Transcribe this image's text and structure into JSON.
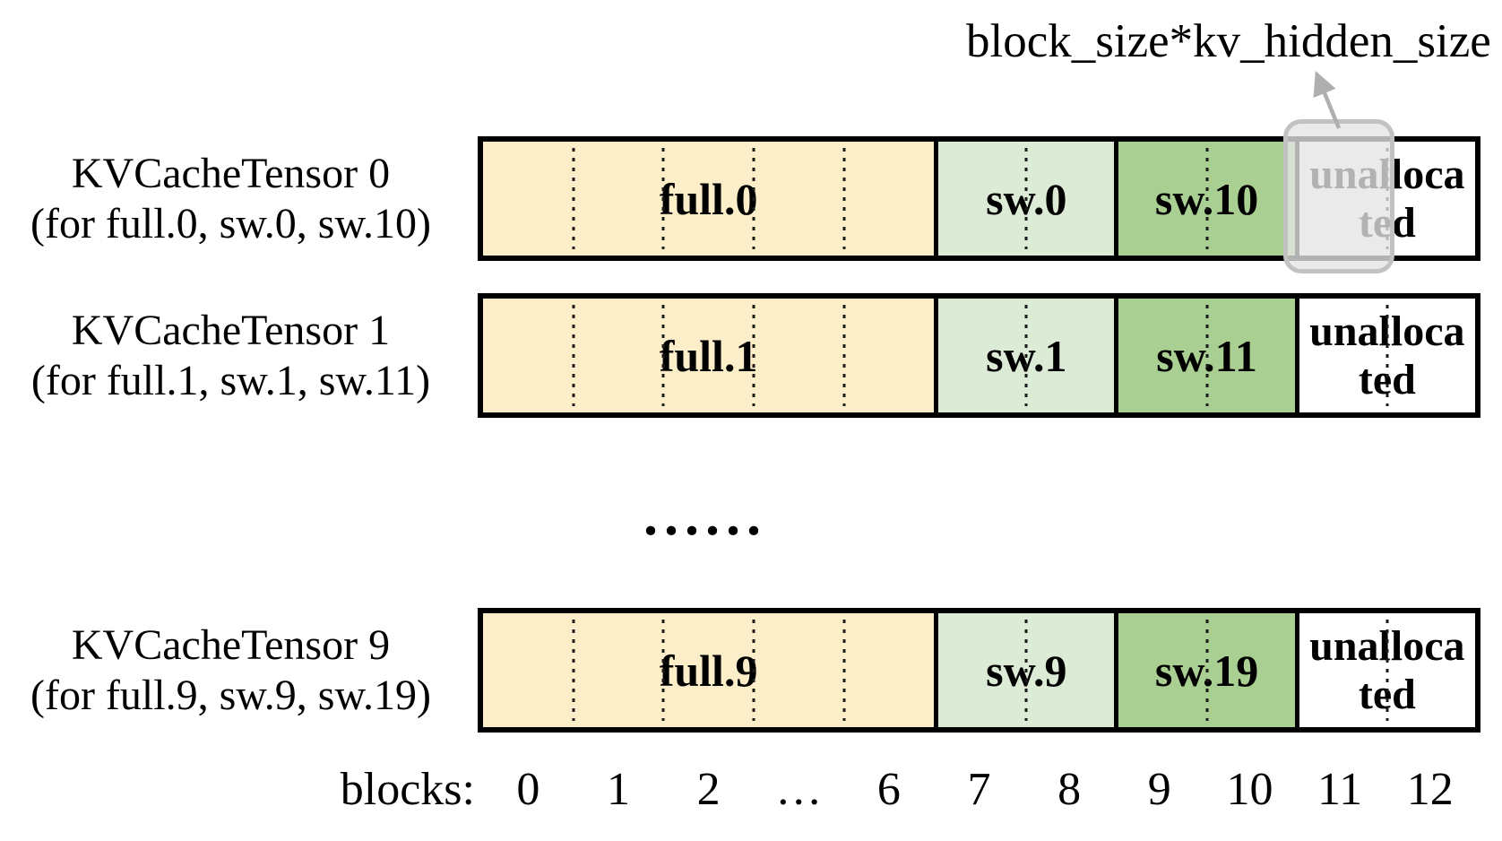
{
  "annotation": {
    "label": "block_size*kv_hidden_size"
  },
  "ellipsis": "......",
  "rows": [
    {
      "title": "KVCacheTensor 0",
      "subtitle": "(for full.0, sw.0, sw.10)",
      "segments": {
        "full": "full.0",
        "sw_low": "sw.0",
        "sw_high": "sw.10",
        "unallocated": "unallocated"
      }
    },
    {
      "title": "KVCacheTensor 1",
      "subtitle": "(for full.1, sw.1, sw.11)",
      "segments": {
        "full": "full.1",
        "sw_low": "sw.1",
        "sw_high": "sw.11",
        "unallocated": "unallocated"
      }
    },
    {
      "title": "KVCacheTensor 9",
      "subtitle": "(for full.9, sw.9, sw.19)",
      "segments": {
        "full": "full.9",
        "sw_low": "sw.9",
        "sw_high": "sw.19",
        "unallocated": "unallocated"
      }
    }
  ],
  "axis": {
    "label": "blocks:",
    "ticks": [
      "0",
      "1",
      "2",
      "…",
      "6",
      "7",
      "8",
      "9",
      "10",
      "11",
      "12"
    ]
  },
  "colors": {
    "full": "#FBEEC8",
    "sw_low": "#DCEBD6",
    "sw_high": "#A9CF92",
    "highlight_fill": "rgba(228,228,228,0.78)",
    "highlight_border": "#C2C2C2",
    "arrow": "#AFAFAF"
  }
}
